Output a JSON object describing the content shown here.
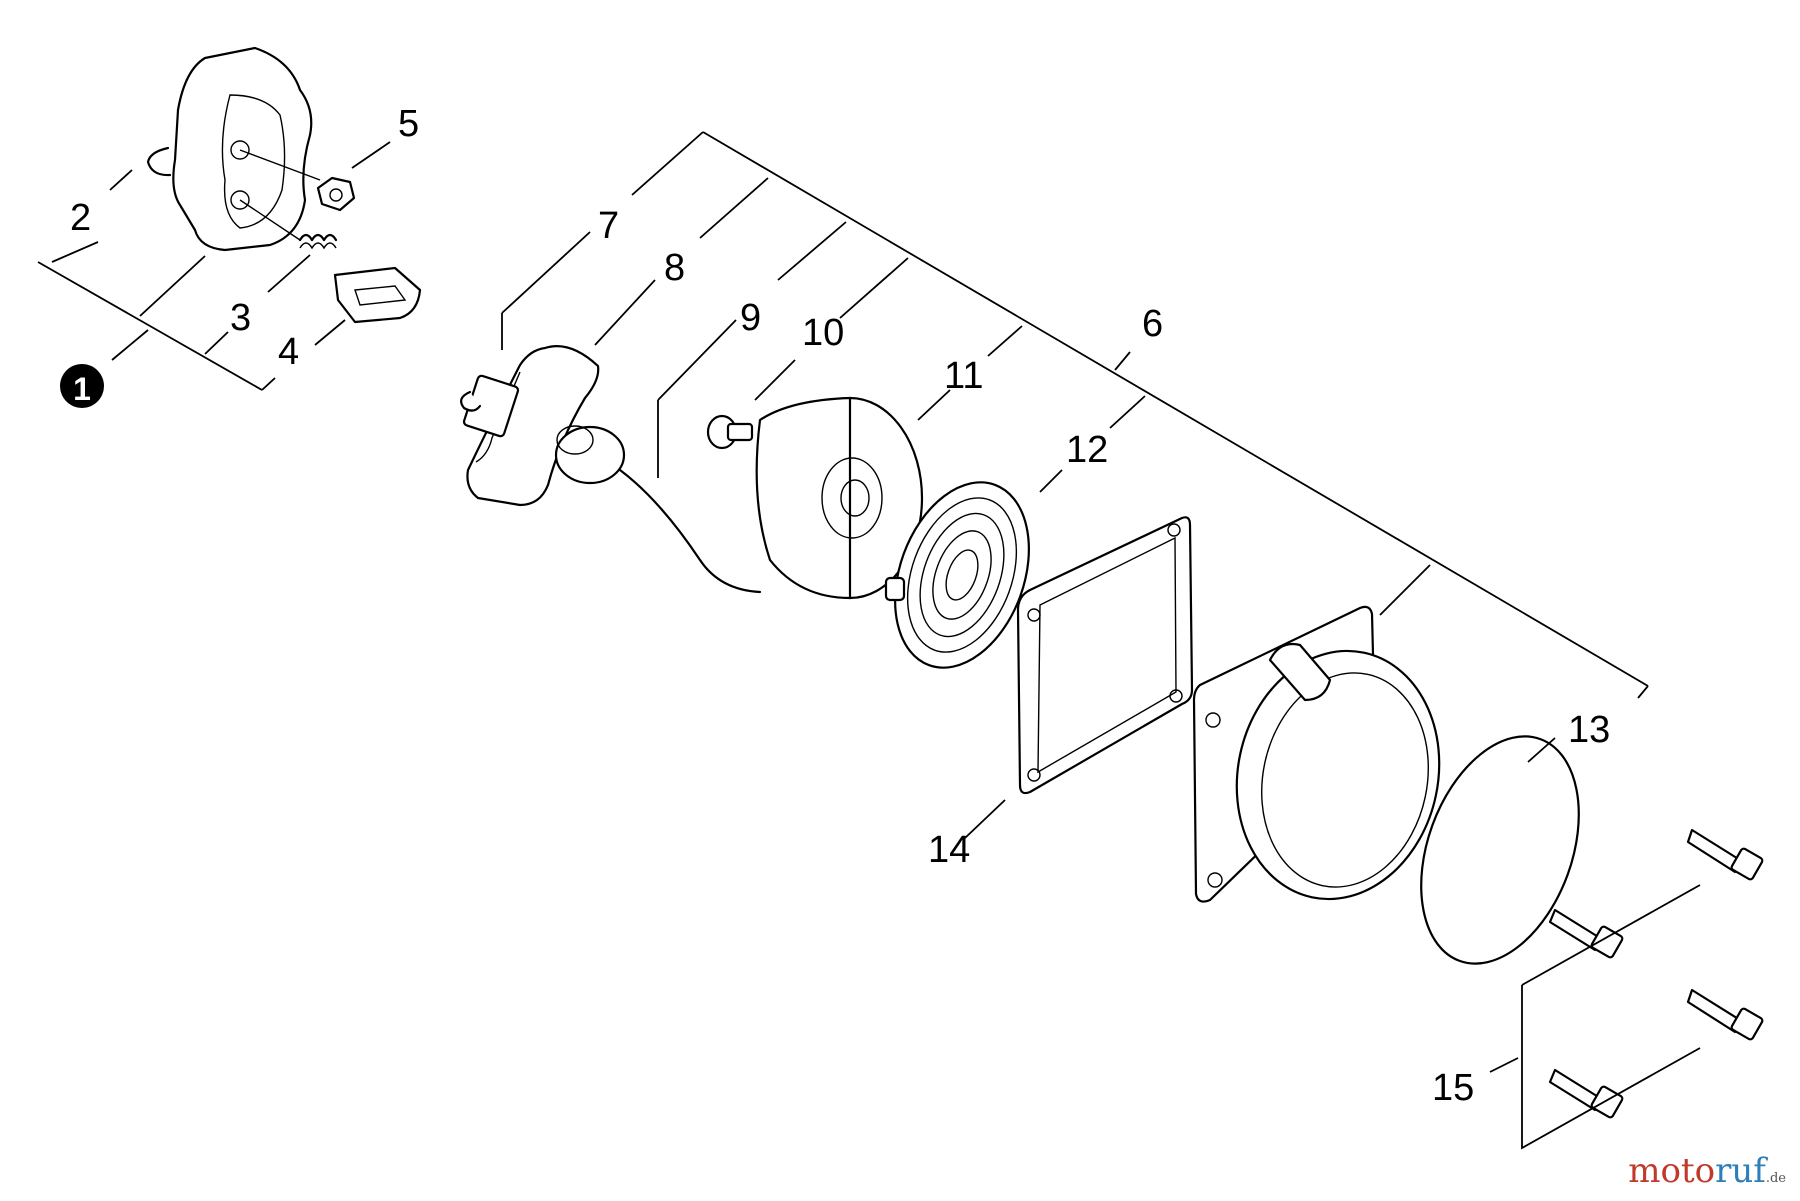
{
  "labels": {
    "p1": "1",
    "p2": "2",
    "p3": "3",
    "p4": "4",
    "p5": "5",
    "p6": "6",
    "p7": "7",
    "p8": "8",
    "p9": "9",
    "p10": "10",
    "p11": "11",
    "p12": "12",
    "p13": "13",
    "p14": "14",
    "p15": "15"
  },
  "watermark": {
    "moto": "moto",
    "ruf": "ruf",
    "de": ".de"
  }
}
